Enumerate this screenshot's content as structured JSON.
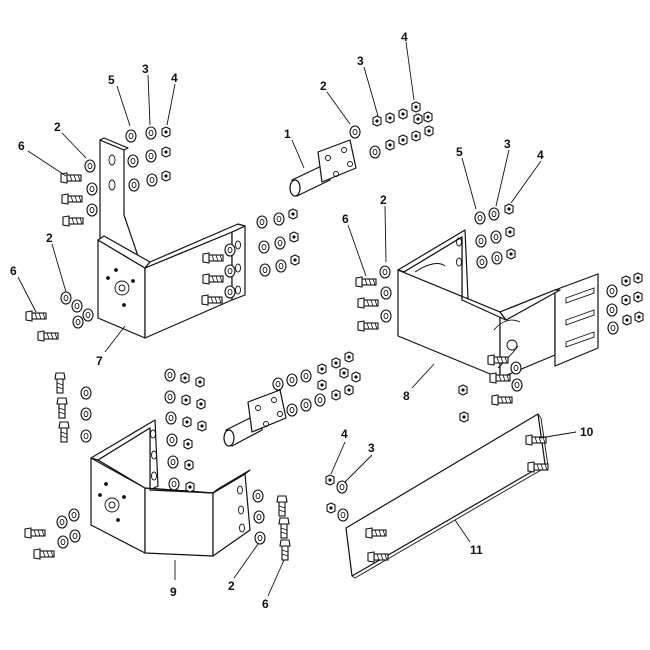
{
  "labels": {
    "l1": "1",
    "l2a": "2",
    "l2b": "2",
    "l2c": "2",
    "l2d": "2",
    "l2e": "2",
    "l3a": "3",
    "l3b": "3",
    "l3c": "3",
    "l3d": "3",
    "l4a": "4",
    "l4b": "4",
    "l4c": "4",
    "l4d": "4",
    "l5a": "5",
    "l5b": "5",
    "l6a": "6",
    "l6b": "6",
    "l6c": "6",
    "l6d": "6",
    "l7": "7",
    "l8": "8",
    "l9": "9",
    "l10": "10",
    "l11": "11"
  }
}
